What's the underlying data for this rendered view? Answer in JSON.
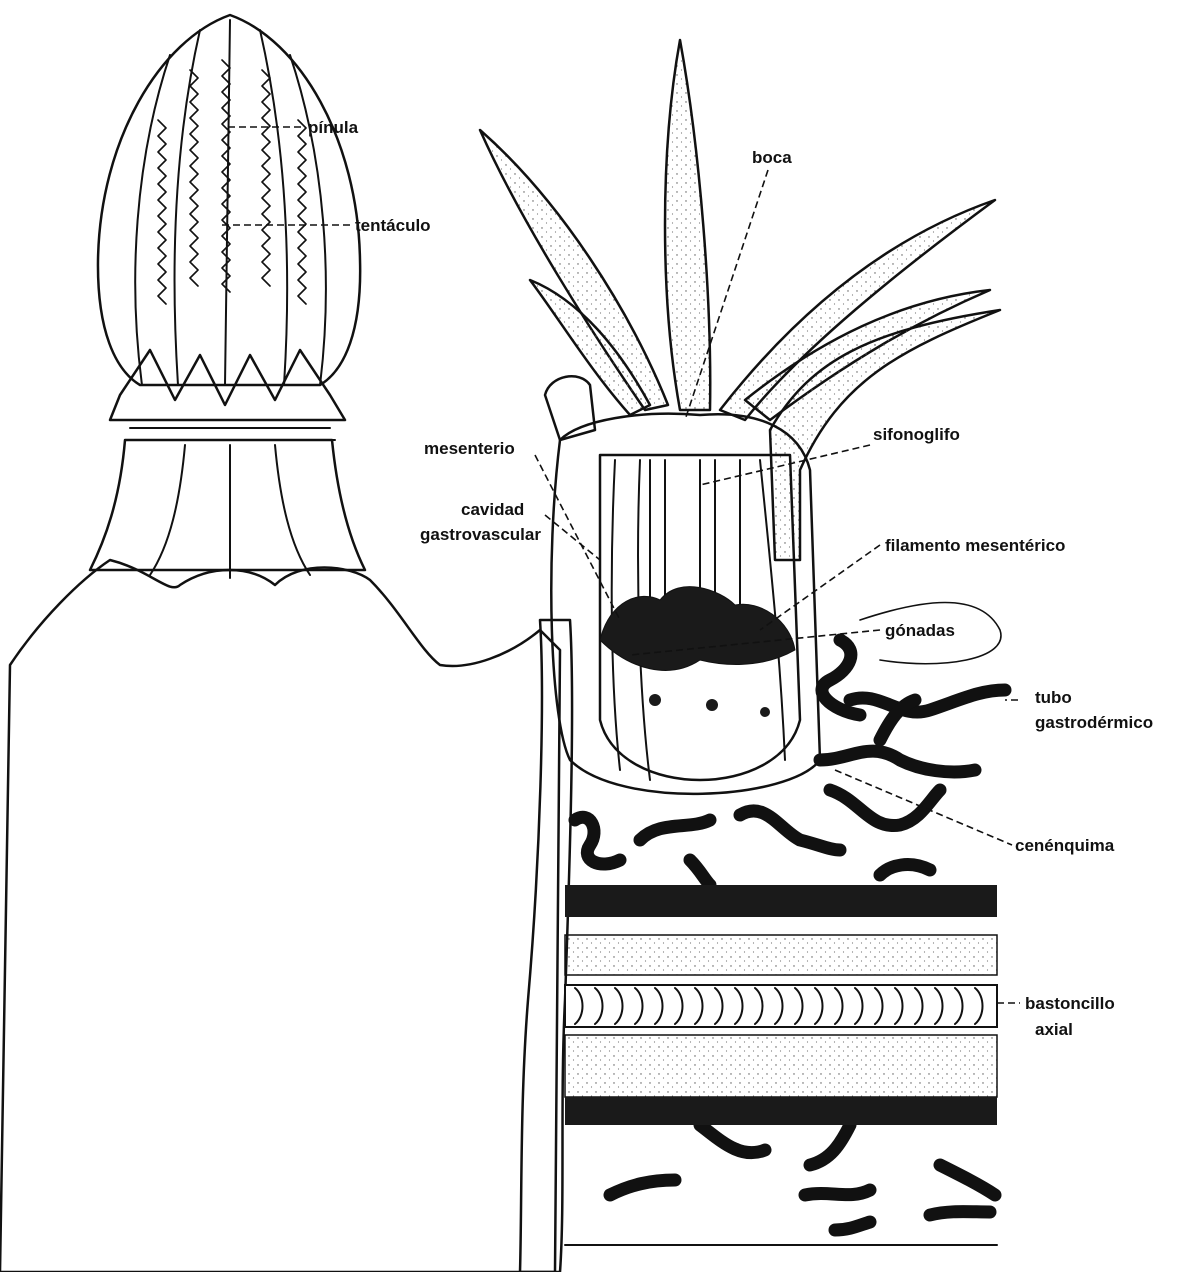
{
  "labels": {
    "pinula": "pínula",
    "tentaculo": "tentáculo",
    "boca": "boca",
    "mesenterio": "mesenterio",
    "sifonoglifo": "sifonoglifo",
    "cavidad_line1": "cavidad",
    "cavidad_line2": "gastrovascular",
    "filamento": "filamento mesentérico",
    "gonadas": "gónadas",
    "tubo_line1": "tubo",
    "tubo_line2": "gastrodérmico",
    "cenenquima": "cenénquima",
    "bastoncillo_line1": "bastoncillo",
    "bastoncillo_line2": "axial"
  },
  "colors": {
    "ink": "#111111",
    "paper": "#ffffff",
    "stipple": "#8a8a8a",
    "dark_fill": "#1a1a1a"
  }
}
